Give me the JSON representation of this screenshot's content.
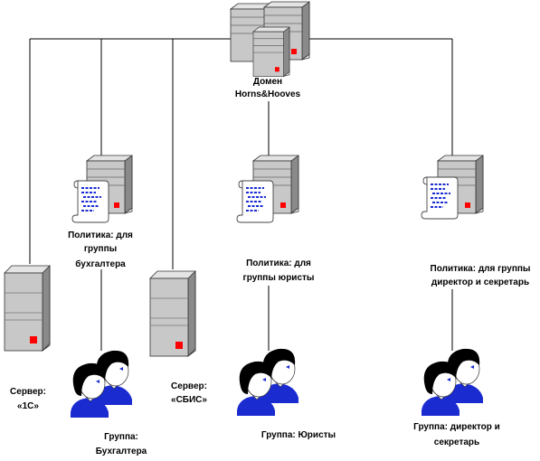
{
  "domain": {
    "line1": "Домен",
    "line2": "Horns&Hooves"
  },
  "policies": [
    {
      "lines": [
        "Политика: для",
        "группы",
        "бухгалтера"
      ]
    },
    {
      "lines": [
        "Политика: для",
        "группы юристы"
      ]
    },
    {
      "lines": [
        "Политика: для группы",
        "директор и секретарь"
      ]
    }
  ],
  "servers": [
    {
      "lines": [
        "Сервер:",
        "«1С»"
      ]
    },
    {
      "lines": [
        "Сервер:",
        "«СБИС»"
      ]
    }
  ],
  "groups": [
    {
      "lines": [
        "Группа:",
        "Бухгалтера"
      ]
    },
    {
      "lines": [
        "Группа: Юристы"
      ]
    },
    {
      "lines": [
        "Группа: директор и",
        "секретарь"
      ]
    }
  ],
  "colors": {
    "line": "#000000",
    "server_front": "#c8c8c8",
    "server_side": "#8a8a8a",
    "server_top": "#e4e4e4",
    "server_led": "#ff0000",
    "scroll_text": "#1a2bd0",
    "shirt": "#1a2bd0",
    "hair": "#000000"
  },
  "icons": [
    "server-icon",
    "policy-scroll-icon",
    "user-group-icon"
  ]
}
